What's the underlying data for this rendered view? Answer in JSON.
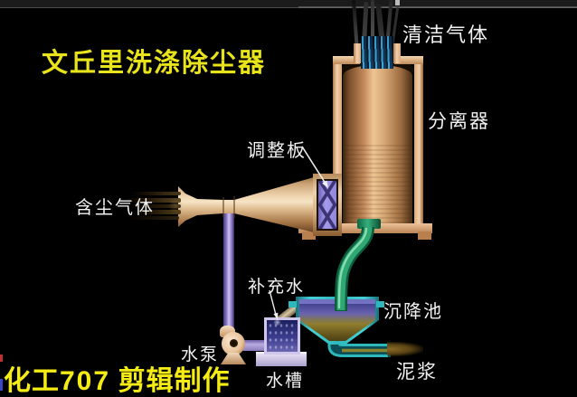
{
  "title": "文丘里洗涤除尘器",
  "labels": {
    "clean_gas": "清洁气体",
    "separator": "分离器",
    "adjustment_plate": "调整板",
    "dusty_gas": "含尘气体",
    "makeup_water": "补充水",
    "settling_tank": "沉降池",
    "water_pump": "水泵",
    "water_tank": "水槽",
    "slurry": "泥浆"
  },
  "credit": {
    "prefix": "化工",
    "number": "707",
    "suffix": " 剪辑制作"
  },
  "colors": {
    "background": "#000000",
    "title_yellow": "#e9e31c",
    "label_white": "#f2f2f2",
    "credit_yellow": "#f4ec14",
    "vessel_tan": "#f0cba6",
    "copper": "#c1885a",
    "pipe_purple": "#9a8ad8",
    "pipe_green": "#2fa874",
    "basin_teal": "#2fb8bc",
    "water_blue": "#3c3c8e",
    "sediment_olive": "#8f7e2e",
    "mud_brown": "#7a5a1e",
    "plate_blue": "#8f86d8"
  }
}
